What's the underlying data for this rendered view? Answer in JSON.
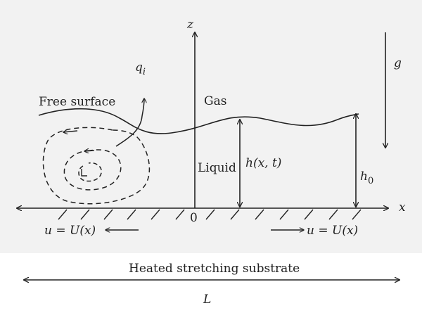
{
  "labels": {
    "z_axis": "z",
    "x_axis": "x",
    "gravity": "g",
    "free_surface": "Free surface",
    "heat_flux": "q",
    "heat_flux_sub": "i",
    "gas": "Gas",
    "liquid": "Liquid",
    "film_thickness": "h(x, t)",
    "initial_thickness": "h",
    "initial_thickness_sub": "0",
    "origin": "0",
    "velocity_left": "u = U(x)",
    "velocity_right": "u = U(x)",
    "substrate": "Heated stretching substrate",
    "length": "L"
  },
  "colors": {
    "background_panel": "#f2f2f2",
    "ink": "#222222"
  }
}
